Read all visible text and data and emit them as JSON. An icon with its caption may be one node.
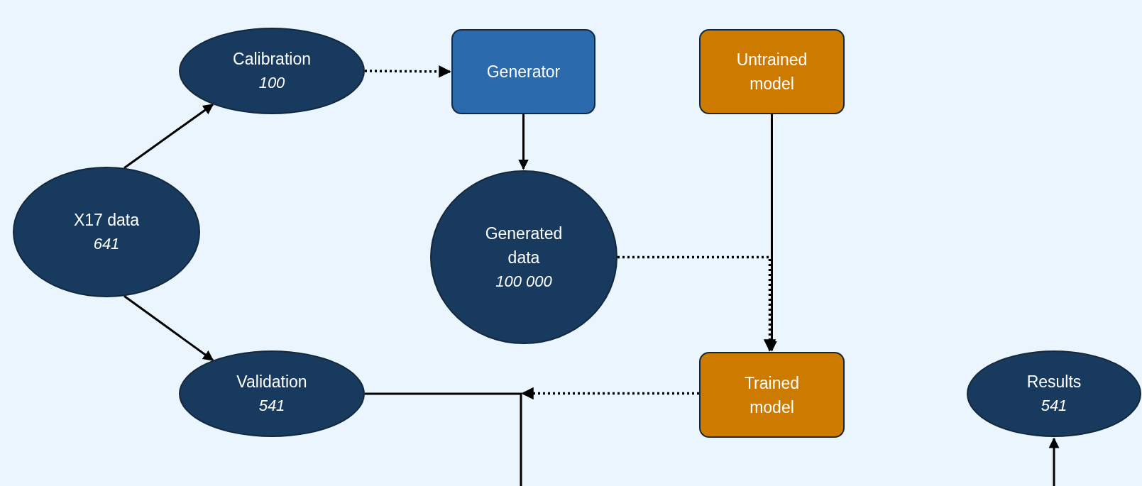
{
  "diagram": {
    "nodes": [
      {
        "text": [
          "X17 data",
          "641"
        ]
      },
      {
        "text": [
          "Calibration",
          "100"
        ]
      },
      {
        "text": [
          "Generator"
        ]
      },
      {
        "text": [
          "Untrained model"
        ]
      },
      {
        "text": [
          "Generated data",
          "100 000"
        ]
      },
      {
        "text": [
          "Validation",
          "541"
        ]
      },
      {
        "text": [
          "Trained model"
        ]
      },
      {
        "text": [
          "Results",
          "541"
        ]
      }
    ],
    "edges": [
      {
        "from": 0,
        "to": 1,
        "arrow": "to"
      },
      {
        "from": 0,
        "to": 5,
        "arrow": "to"
      },
      {
        "from": 1,
        "to": 2,
        "arrow": "to",
        "style": "dashed"
      },
      {
        "from": 2,
        "to": 4,
        "arrow": "to"
      },
      {
        "from": 3,
        "to": 6,
        "arrow": "to"
      },
      {
        "from": 4,
        "to": 6,
        "arrow": "to",
        "style": "dashed"
      },
      {
        "from": 5,
        "to": null,
        "arrow": "none"
      },
      {
        "from": 6,
        "to": null,
        "arrow": "to",
        "style": "dashed"
      },
      {
        "from": null,
        "to": 7,
        "arrow": "to"
      }
    ]
  }
}
